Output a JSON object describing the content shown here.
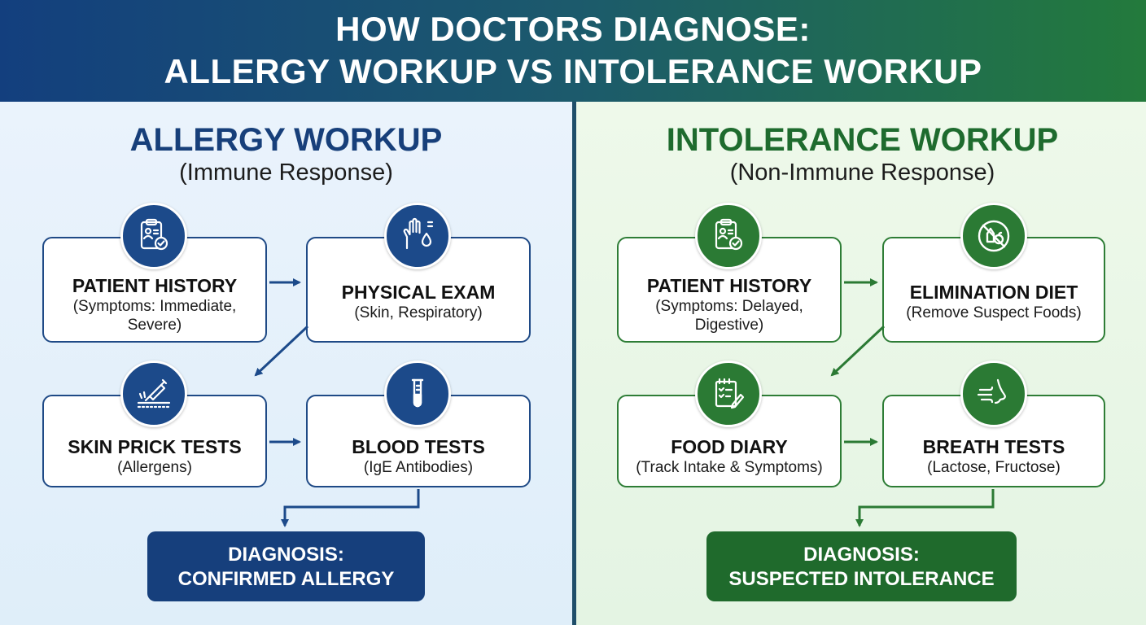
{
  "header": {
    "line1": "HOW DOCTORS DIAGNOSE:",
    "line2": "ALLERGY WORKUP VS INTOLERANCE WORKUP"
  },
  "allergy": {
    "title": "ALLERGY WORKUP",
    "subtitle": "(Immune Response)",
    "steps": [
      {
        "title": "PATIENT HISTORY",
        "sub1": "(Symptoms: Immediate,",
        "sub2": "Severe)",
        "icon": "clipboard-check-icon"
      },
      {
        "title": "PHYSICAL EXAM",
        "sub1": "(Skin, Respiratory)",
        "sub2": "",
        "icon": "hand-drop-icon"
      },
      {
        "title": "SKIN PRICK TESTS",
        "sub1": "(Allergens)",
        "sub2": "",
        "icon": "syringe-skin-icon"
      },
      {
        "title": "BLOOD TESTS",
        "sub1": "(IgE Antibodies)",
        "sub2": "",
        "icon": "test-tube-icon"
      }
    ],
    "diagnosis": {
      "line1": "DIAGNOSIS:",
      "line2": "CONFIRMED ALLERGY"
    }
  },
  "intolerance": {
    "title": "INTOLERANCE WORKUP",
    "subtitle": "(Non-Immune Response)",
    "steps": [
      {
        "title": "PATIENT HISTORY",
        "sub1": "(Symptoms: Delayed,",
        "sub2": "Digestive)",
        "icon": "clipboard-check-icon"
      },
      {
        "title": "ELIMINATION DIET",
        "sub1": "(Remove Suspect Foods)",
        "sub2": "",
        "icon": "no-food-icon"
      },
      {
        "title": "FOOD DIARY",
        "sub1": "(Track Intake & Symptoms)",
        "sub2": "",
        "icon": "diary-pencil-icon"
      },
      {
        "title": "BREATH TESTS",
        "sub1": "(Lactose, Fructose)",
        "sub2": "",
        "icon": "breath-nose-icon"
      }
    ],
    "diagnosis": {
      "line1": "DIAGNOSIS:",
      "line2": "SUSPECTED INTOLERANCE"
    }
  },
  "colors": {
    "allergy_blue": "#1c4a8a",
    "intolerance_green": "#2b7a34"
  }
}
